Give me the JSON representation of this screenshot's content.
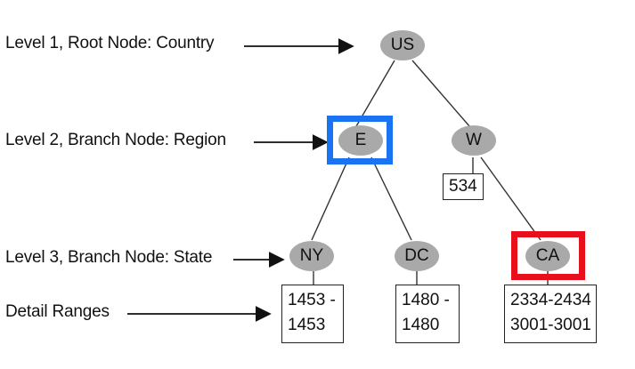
{
  "level_labels": {
    "level1": "Level 1, Root Node: Country",
    "level2": "Level 2, Branch Node: Region",
    "level3": "Level 3, Branch Node: State",
    "detail": "Detail Ranges"
  },
  "nodes": {
    "us": "US",
    "e": "E",
    "w": "W",
    "ny": "NY",
    "dc": "DC",
    "ca": "CA"
  },
  "ranges": {
    "w": [
      "534"
    ],
    "ny": [
      "1453 -",
      "1453"
    ],
    "dc": [
      "1480 -",
      "1480"
    ],
    "ca": [
      "2334-2434",
      "3001-3001"
    ]
  },
  "colors": {
    "node_fill": "#a9a9a9",
    "highlight_region": "#1a73f0",
    "highlight_state": "#e8101a"
  }
}
